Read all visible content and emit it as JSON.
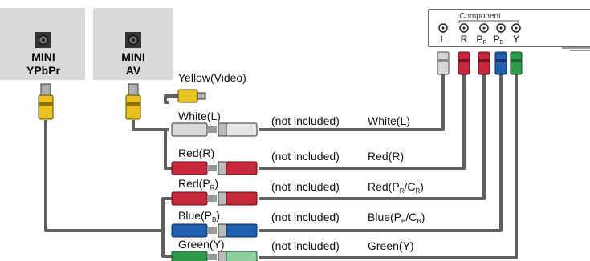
{
  "ports": {
    "ypbpr": {
      "line1": "MINI",
      "line2": "YPbPr"
    },
    "av": {
      "line1": "MINI",
      "line2": "AV"
    }
  },
  "tv_panel": {
    "title": "Component",
    "jacks": [
      {
        "label": "L"
      },
      {
        "label": "R"
      },
      {
        "label": "P",
        "sub": "R"
      },
      {
        "label": "P",
        "sub": "B"
      },
      {
        "label": "Y"
      }
    ]
  },
  "cable_labels": [
    {
      "main": "Yellow(Video)"
    },
    {
      "main": "White(L)"
    },
    {
      "main": "Red(R)"
    },
    {
      "main": "Red(P",
      "sub": "R",
      "close": ")"
    },
    {
      "main": "Blue(P",
      "sub": "B",
      "close": ")"
    },
    {
      "main": "Green(Y)"
    }
  ],
  "not_included": "(not included)",
  "right_labels": [
    {
      "main": "White(L)"
    },
    {
      "main": "Red(R)"
    },
    {
      "main": "Red(P",
      "sub1": "R",
      "mid": "/C",
      "sub2": "R",
      "close": ")"
    },
    {
      "main": "Blue(P",
      "sub1": "B",
      "mid": "/C",
      "sub2": "B",
      "close": ")"
    },
    {
      "main": "Green(Y)"
    }
  ],
  "colors": {
    "cable": "#606060",
    "yellow": "#e8c020",
    "white": "#d8d8d8",
    "red": "#c8283c",
    "blue": "#1f5fb0",
    "green": "#2f9a4a",
    "panel_bg": "#d9d9d9"
  }
}
